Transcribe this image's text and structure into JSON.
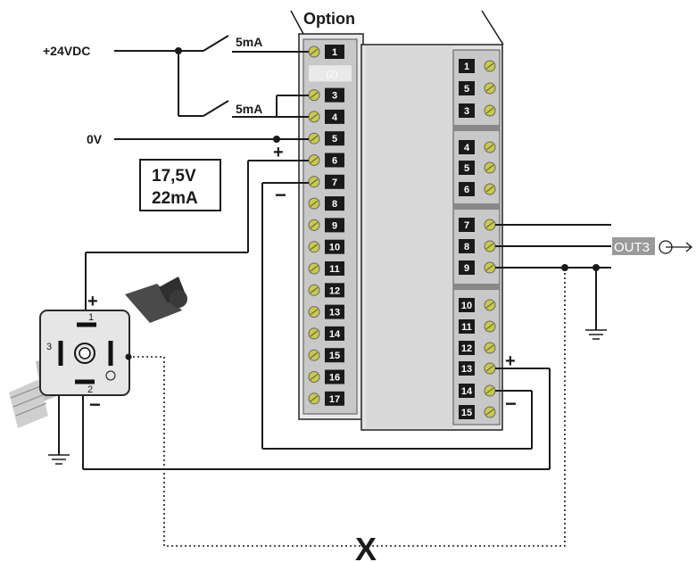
{
  "title": "Option",
  "supply": {
    "plus": "+24VDC",
    "zero": "0V"
  },
  "switch_labels": [
    "5mA",
    "5mA"
  ],
  "spec_box": [
    "17,5V",
    "22mA"
  ],
  "sensor": {
    "plus": "+",
    "minus": "−",
    "pins": [
      "1",
      "2",
      "3"
    ]
  },
  "connector_signs": {
    "plus": "+",
    "minus": "−"
  },
  "output_signs": {
    "plus": "+",
    "minus": "−"
  },
  "output_label": "OUT3",
  "shield_mark": "X",
  "left_strip": [
    "1",
    "(2)",
    "3",
    "4",
    "5",
    "6",
    "7",
    "8",
    "9",
    "10",
    "11",
    "12",
    "13",
    "14",
    "15",
    "16",
    "17"
  ],
  "right_strip": [
    "1",
    "5",
    "3",
    "4",
    "5",
    "6",
    "7",
    "8",
    "9",
    "10",
    "11",
    "12",
    "13",
    "14",
    "15"
  ],
  "colors": {
    "screw": "#c9c94a",
    "terminal": "#1a1a1a",
    "panel": "#d9d9d9",
    "output_badge": "#9a9a9a"
  }
}
